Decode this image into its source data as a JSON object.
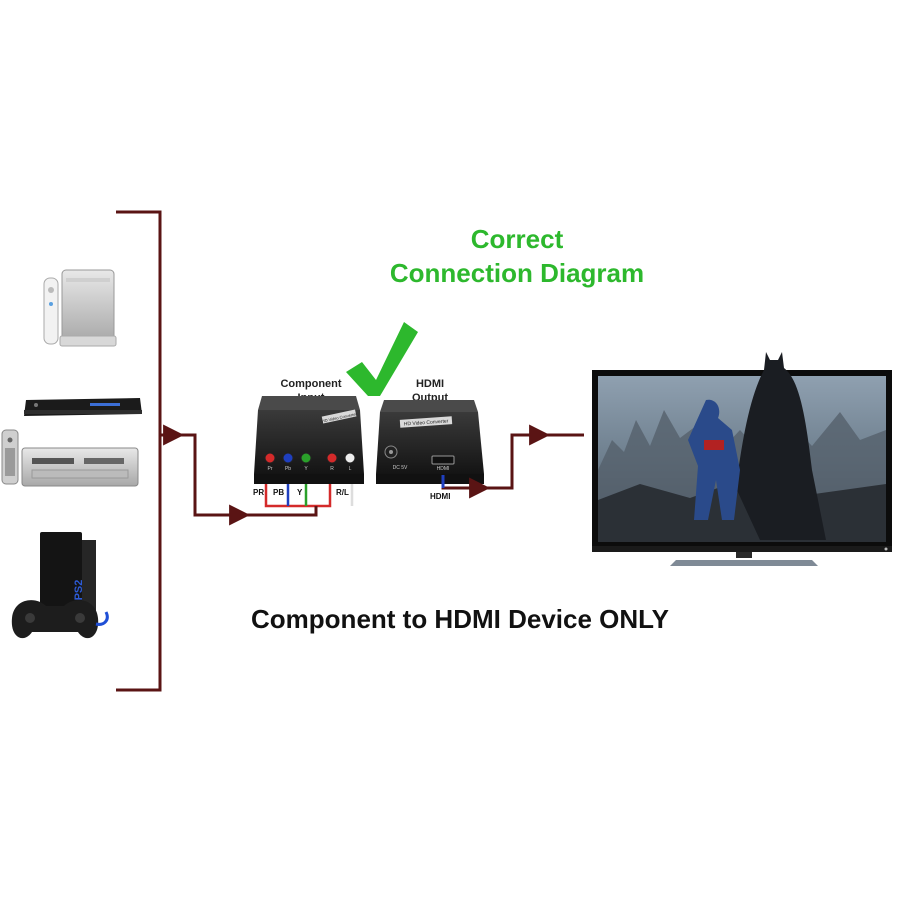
{
  "title": {
    "line1": "Correct",
    "line2": "Connection Diagram",
    "color": "#2db82d"
  },
  "footer": "Component to HDMI Device ONLY",
  "converter_left": {
    "caption_line1": "Component",
    "caption_line2": "Input",
    "panel_label": "HD Video Converter",
    "port_labels": [
      "Pr",
      "Pb",
      "Y",
      "R",
      "L"
    ]
  },
  "converter_right": {
    "caption_line1": "HDMI",
    "caption_line2": "Output",
    "panel_label": "HD Video Converter",
    "dc_label": "DC 5V",
    "hdmi_port_label": "HDMI"
  },
  "cables": {
    "labels": [
      "PR",
      "PB",
      "Y",
      "R/L"
    ],
    "hdmi_label": "HDMI",
    "colors": {
      "pr": "#d42a2a",
      "pb": "#1f3fbf",
      "y": "#2aa02a",
      "r": "#d42a2a",
      "l": "#dddddd",
      "hdmi": "#1f3fbf",
      "bracket": "#5a1414"
    }
  },
  "devices": [
    "game-console",
    "blu-ray-player",
    "dvd-vcr-combo",
    "ps2-console"
  ]
}
